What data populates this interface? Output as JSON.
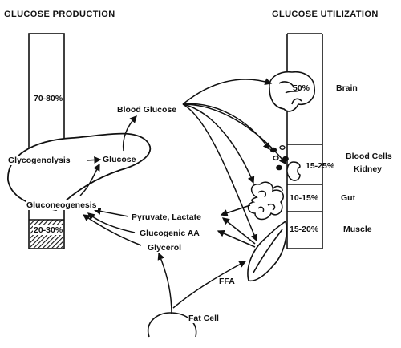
{
  "headers": {
    "production": "GLUCOSE PRODUCTION",
    "utilization": "GLUCOSE UTILIZATION"
  },
  "production_bar": {
    "upper_percent": "70-80%",
    "lower_percent": "20-30%"
  },
  "liver_labels": {
    "glycogenolysis": "Glycogenolysis",
    "glucose": "Glucose",
    "gluconeogenesis": "Gluconeogenesis"
  },
  "blood_glucose": "Blood Glucose",
  "precursors": {
    "pyruvate_lactate": "Pyruvate, Lactate",
    "glucogenic_aa": "Glucogenic AA",
    "glycerol": "Glycerol",
    "ffa": "FFA",
    "fat_cell": "Fat Cell"
  },
  "utilization_bar": [
    {
      "percent": "50%",
      "label": "Brain"
    },
    {
      "percent": "15-25%",
      "label": "Blood Cells",
      "label2": "Kidney"
    },
    {
      "percent": "10-15%",
      "label": "Gut"
    },
    {
      "percent": "15-20%",
      "label": "Muscle"
    }
  ],
  "icons": {
    "brain": "brain-icon",
    "blood_cells": "blood-cells-icon",
    "kidney": "kidney-icon",
    "gut": "gut-icon",
    "muscle": "muscle-icon",
    "fat_cell": "fat-cell-icon",
    "liver": "liver-shape"
  },
  "colors": {
    "ink": "#111111",
    "paper": "#ffffff"
  }
}
